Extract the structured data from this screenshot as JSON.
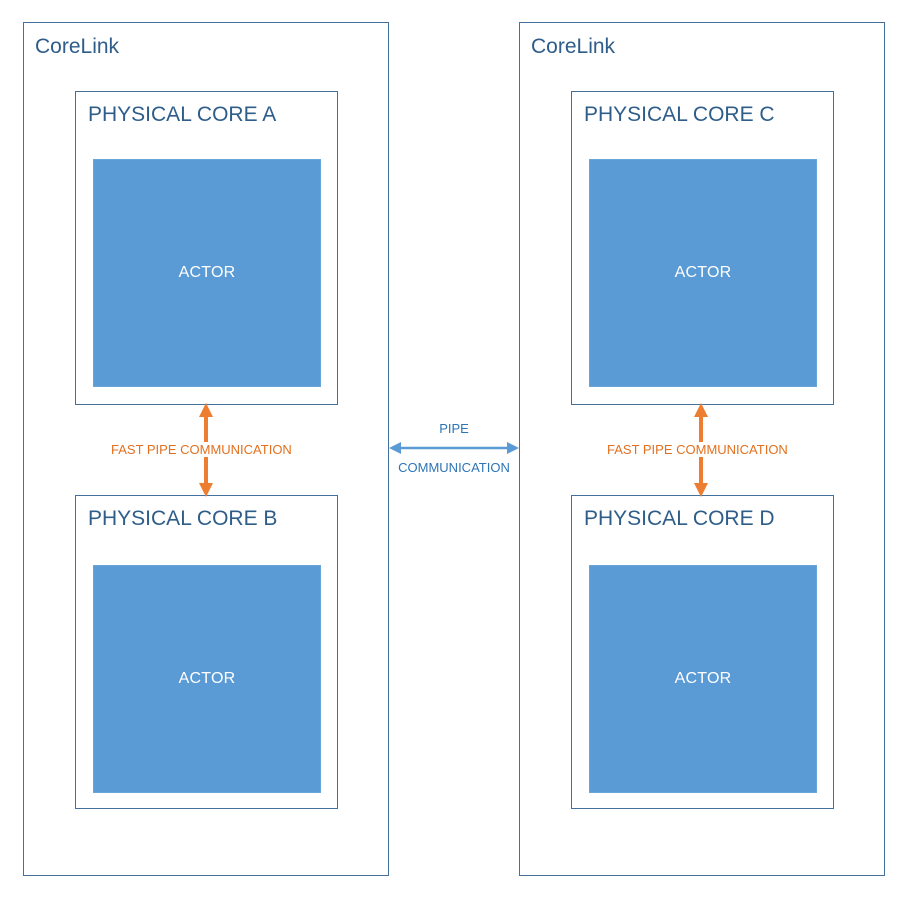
{
  "containers": [
    {
      "title": "CoreLink",
      "cores": [
        {
          "title": "PHYSICAL CORE A",
          "actor": "ACTOR"
        },
        {
          "title": "PHYSICAL CORE B",
          "actor": "ACTOR"
        }
      ],
      "link_label": "FAST PIPE COMMUNICATION"
    },
    {
      "title": "CoreLink",
      "cores": [
        {
          "title": "PHYSICAL CORE C",
          "actor": "ACTOR"
        },
        {
          "title": "PHYSICAL CORE D",
          "actor": "ACTOR"
        }
      ],
      "link_label": "FAST PIPE COMMUNICATION"
    }
  ],
  "pipe": {
    "label_line1": "PIPE",
    "label_line2": "COMMUNICATION"
  },
  "colors": {
    "border": "#41719c",
    "actor_fill": "#5b9bd5",
    "fast_arrow": "#ed7d31",
    "pipe_arrow": "#5b9bd5"
  }
}
